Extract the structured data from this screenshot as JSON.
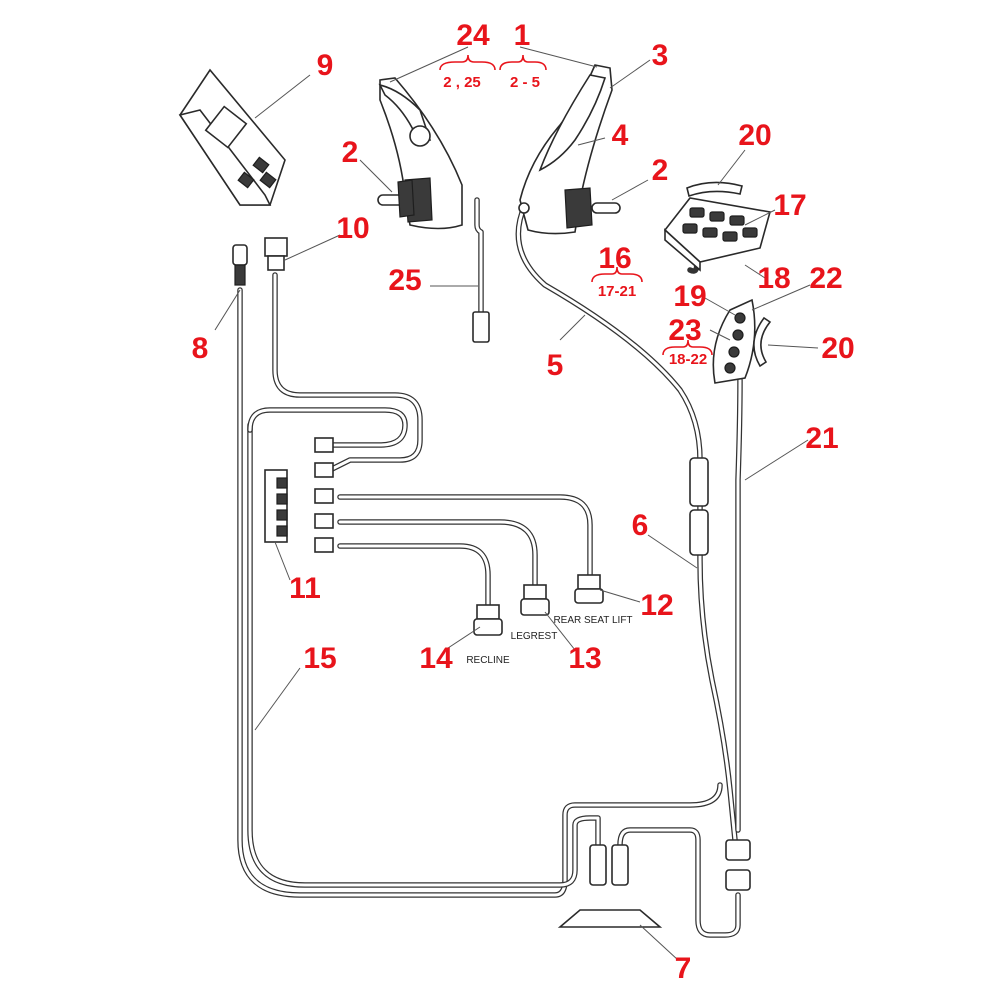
{
  "callouts": {
    "n24": "24",
    "n1": "1",
    "n3": "3",
    "n9": "9",
    "n4": "4",
    "n2a": "2",
    "n2b": "2",
    "n20a": "20",
    "n20b": "20",
    "n17": "17",
    "n10": "10",
    "n16": "16",
    "n25": "25",
    "n18": "18",
    "n22": "22",
    "n19": "19",
    "n8": "8",
    "n23": "23",
    "n5": "5",
    "n21": "21",
    "n6": "6",
    "n11": "11",
    "n12": "12",
    "n13": "13",
    "n14": "14",
    "n15": "15",
    "n7": "7"
  },
  "ranges": {
    "r24": "2 , 25",
    "r1": "2 - 5",
    "r16": "17-21",
    "r23": "18-22"
  },
  "captions": {
    "rear_seat_lift": "REAR SEAT LIFT",
    "legrest": "LEGREST",
    "recline": "RECLINE"
  },
  "colors": {
    "callout": "#e8141b",
    "line": "#2a2a2a"
  }
}
